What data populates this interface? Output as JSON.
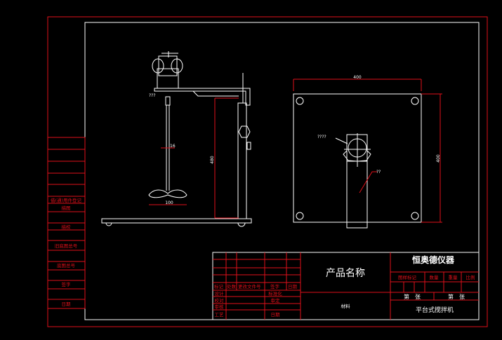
{
  "company": "恒奥德仪器",
  "product_name": "产品名称",
  "material": "材料",
  "drawing_title": "平台式搅拌机",
  "sheet": {
    "total": "第　张",
    "current": "第　张"
  },
  "right_header": [
    "图样标记",
    "数量",
    "重量",
    "比例"
  ],
  "revision_header": [
    "标记",
    "处数",
    "更改文件号",
    "签字",
    "日期"
  ],
  "sign_rows": [
    {
      "left": "设计",
      "right": "标准化"
    },
    {
      "left": "校对",
      "right": "审定"
    },
    {
      "left": "审核",
      "right": ""
    },
    {
      "left": "工艺",
      "right": "日期"
    }
  ],
  "side_labels": [
    "借(通)用件登记",
    "描图",
    "描校",
    "旧底图总号",
    "底图总号",
    "签字",
    "日期"
  ],
  "dimensions": {
    "shaft_dia": "16",
    "impeller_dia": "100",
    "height": "480",
    "base_width": "400",
    "base_depth": "400",
    "motor_label": "???",
    "clamp_label": "????",
    "arm_label": "??"
  },
  "colors": {
    "frame": "#e0101a",
    "lines": "#ffffff",
    "background": "#000000"
  }
}
